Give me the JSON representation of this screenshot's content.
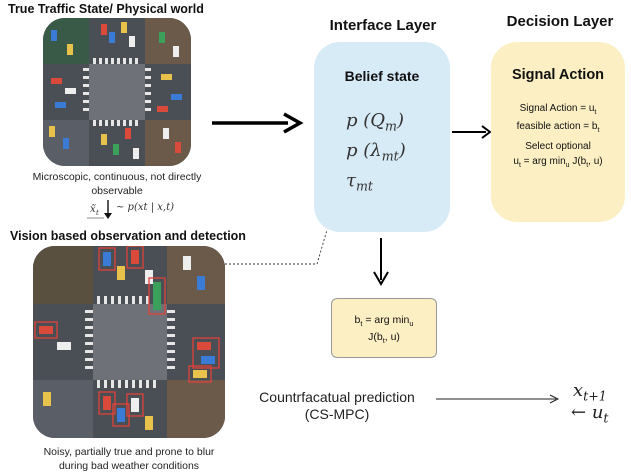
{
  "left": {
    "title": "True Traffic State/ Physical world",
    "top_caption": "Microscopic, continuous, not directly observable",
    "obs_model": "~ p(xt | x,t)",
    "vision_title": "Vision based observation and detection",
    "bottom_caption": "Noisy, partially true and prone to blur during bad weather conditions"
  },
  "interface": {
    "title": "Interface Layer",
    "box_title": "Belief state",
    "terms": [
      "p (Qm)",
      "p (λmt)",
      "τmt"
    ]
  },
  "decision": {
    "title": "Decision Layer",
    "box_title": "Signal Action",
    "line1": "Signal Action = ut",
    "line2": "feasible action = bt",
    "line3": "Select optional",
    "line4": "ut = arg minu J(bt, u)"
  },
  "bt_box": {
    "line1": "bt = arg minu",
    "line2": "J(bt, u)"
  },
  "counterfactual": {
    "label_line1": "Countrfacatual prediction",
    "label_line2": "(CS-MPC)",
    "out1": "xt+1",
    "out2": "← ut"
  }
}
